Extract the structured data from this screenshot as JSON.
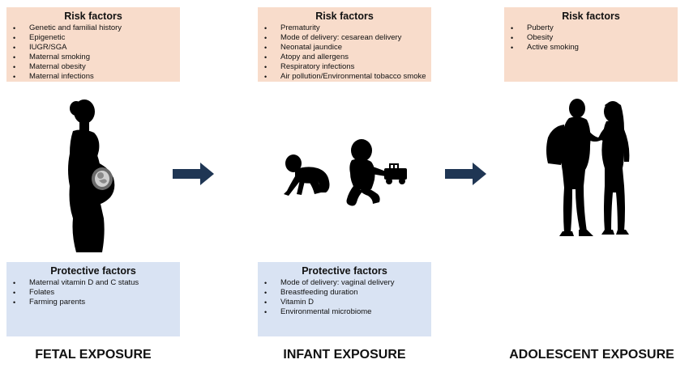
{
  "stages": [
    {
      "label": "FETAL EXPOSURE",
      "risk": {
        "title": "Risk factors",
        "items": [
          "Genetic and familial history",
          "Epigenetic",
          "IUGR/SGA",
          "Maternal smoking",
          "Maternal obesity",
          "Maternal infections"
        ]
      },
      "protective": {
        "title": "Protective factors",
        "items": [
          "Maternal vitamin D and C status",
          "Folates",
          "Farming parents"
        ]
      }
    },
    {
      "label": "INFANT EXPOSURE",
      "risk": {
        "title": "Risk factors",
        "items": [
          "Prematurity",
          "Mode of delivery: cesarean delivery",
          "Neonatal jaundice",
          "Atopy and allergens",
          "Respiratory infections",
          "Air pollution/Environmental tobacco smoke"
        ]
      },
      "protective": {
        "title": "Protective factors",
        "items": [
          "Mode of delivery: vaginal delivery",
          "Breastfeeding duration",
          "Vitamin D",
          "Environmental microbiome"
        ]
      }
    },
    {
      "label": "ADOLESCENT EXPOSURE",
      "risk": {
        "title": "Risk factors",
        "items": [
          "Puberty",
          "Obesity",
          "Active smoking"
        ]
      }
    }
  ],
  "colors": {
    "risk_box": "#f8dccb",
    "protective_box": "#d9e3f3",
    "arrow": "#1f3654",
    "silhouette": "#000000"
  },
  "icons": [
    "pregnant-woman-silhouette",
    "crawling-baby-silhouette",
    "toddler-with-toy-silhouette",
    "adolescent-couple-silhouette",
    "right-arrow"
  ]
}
